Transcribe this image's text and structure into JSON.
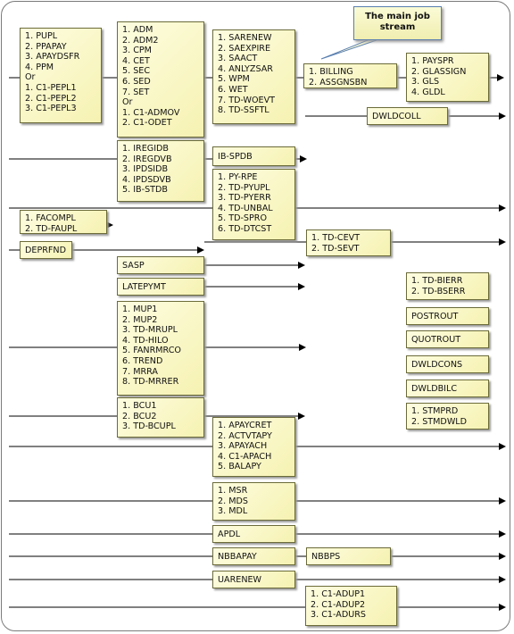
{
  "callout": {
    "title": "The main job stream"
  },
  "boxes": [
    {
      "id": "pupl",
      "lines": [
        "1. PUPL",
        "2. PPAPAY",
        "3. APAYDSFR",
        "4. PPM",
        "Or",
        "1. C1-PEPL1",
        "2. C1-PEPL2",
        "3. C1-PEPL3"
      ]
    },
    {
      "id": "adm",
      "lines": [
        "1. ADM",
        "2. ADM2",
        "3. CPM",
        "4. CET",
        "5. SEC",
        "6. SED",
        "7. SET",
        "Or",
        "1. C1-ADMOV",
        "2. C1-ODET"
      ]
    },
    {
      "id": "sarenew",
      "lines": [
        "1. SARENEW",
        "2. SAEXPIRE",
        "3. SAACT",
        "4. ANLYZSAR",
        "5. WPM",
        "6. WET",
        "7. TD-WOEVT",
        "8. TD-SSFTL"
      ]
    },
    {
      "id": "billing",
      "lines": [
        "1. BILLING",
        "2. ASSGNSBN"
      ]
    },
    {
      "id": "payspr",
      "lines": [
        "1. PAYSPR",
        "2. GLASSIGN",
        "3. GLS",
        "4. GLDL"
      ]
    },
    {
      "id": "dwldcoll",
      "lines": [
        "DWLDCOLL"
      ]
    },
    {
      "id": "iregidb",
      "lines": [
        "1. IREGIDB",
        "2. IREGDVB",
        "3. IPDSIDB",
        "4. IPDSDVB",
        "5. IB-STDB"
      ]
    },
    {
      "id": "ibspdb",
      "lines": [
        "IB-SPDB"
      ]
    },
    {
      "id": "pyrpe",
      "lines": [
        "1. PY-RPE",
        "2. TD-PYUPL",
        "3. TD-PYERR",
        "4. TD-UNBAL",
        "5. TD-SPRO",
        "6. TD-DTCST"
      ]
    },
    {
      "id": "facompl",
      "lines": [
        "1. FACOMPL",
        "2. TD-FAUPL"
      ]
    },
    {
      "id": "deprfnd",
      "lines": [
        "DEPRFND"
      ]
    },
    {
      "id": "tdcevt",
      "lines": [
        "1. TD-CEVT",
        "2. TD-SEVT"
      ]
    },
    {
      "id": "sasp",
      "lines": [
        "SASP"
      ]
    },
    {
      "id": "latepymt",
      "lines": [
        "LATEPYMT"
      ]
    },
    {
      "id": "tdbierr",
      "lines": [
        "1. TD-BIERR",
        "2. TD-BSERR"
      ]
    },
    {
      "id": "mup",
      "lines": [
        "1. MUP1",
        "2. MUP2",
        "3. TD-MRUPL",
        "4. TD-HILO",
        "5. FANRMRCO",
        "6. TREND",
        "7. MRRA",
        "8. TD-MRRER"
      ]
    },
    {
      "id": "postrout",
      "lines": [
        "POSTROUT"
      ]
    },
    {
      "id": "quotrout",
      "lines": [
        "QUOTROUT"
      ]
    },
    {
      "id": "dwldcons",
      "lines": [
        "DWLDCONS"
      ]
    },
    {
      "id": "dwldbilc",
      "lines": [
        "DWLDBILC"
      ]
    },
    {
      "id": "bcu",
      "lines": [
        "1. BCU1",
        "2. BCU2",
        "3. TD-BCUPL"
      ]
    },
    {
      "id": "stmprd",
      "lines": [
        "1. STMPRD",
        "2. STMDWLD"
      ]
    },
    {
      "id": "apaycret",
      "lines": [
        "1. APAYCRET",
        "2. ACTVTAPY",
        "3. APAYACH",
        "4. C1-APACH",
        "5. BALAPY"
      ]
    },
    {
      "id": "msr",
      "lines": [
        "1. MSR",
        "2. MDS",
        "3. MDL"
      ]
    },
    {
      "id": "apdl",
      "lines": [
        "APDL"
      ]
    },
    {
      "id": "nbbapay",
      "lines": [
        "NBBAPAY"
      ]
    },
    {
      "id": "nbbps",
      "lines": [
        "NBBPS"
      ]
    },
    {
      "id": "uarenew",
      "lines": [
        "UARENEW"
      ]
    },
    {
      "id": "c1adup",
      "lines": [
        "1. C1-ADUP1",
        "2. C1-ADUP2",
        "3. C1-ADURS"
      ]
    }
  ]
}
